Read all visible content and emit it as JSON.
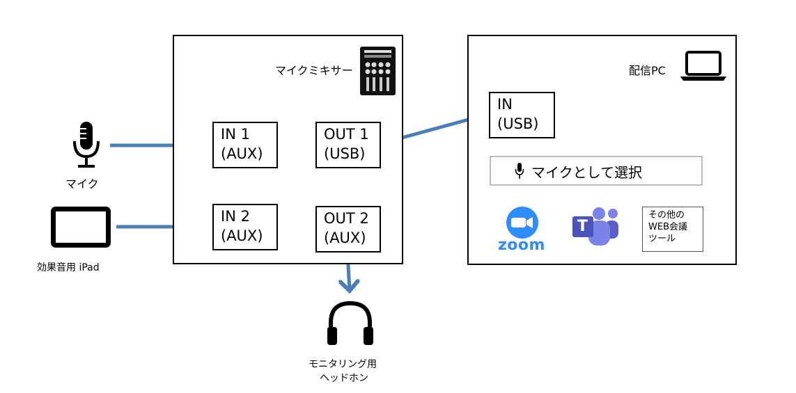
{
  "mixer": {
    "title": "マイクミキサー",
    "in1": {
      "line1": "IN 1",
      "line2": "(AUX)"
    },
    "in2": {
      "line1": "IN 2",
      "line2": "(AUX)"
    },
    "out1": {
      "line1": "OUT 1",
      "line2": "(USB)"
    },
    "out2": {
      "line1": "OUT 2",
      "line2": "(AUX)"
    }
  },
  "pc": {
    "title": "配信PC",
    "in": {
      "line1": "IN",
      "line2": "(USB)"
    },
    "select_label": "マイクとして選択",
    "zoom_label": "zoom",
    "teams_letter": "T",
    "other_tools": [
      "その他の",
      "WEB会議",
      "ツール"
    ]
  },
  "sources": {
    "mic_label": "マイク",
    "ipad_label": "効果音用 iPad"
  },
  "headphones": {
    "line1": "モニタリング用",
    "line2": "ヘッドホン"
  },
  "colors": {
    "arrow": "#4A7EBB",
    "orange": "#F4A460",
    "zoom": "#2D8CFF",
    "teams": "#5B5FC7",
    "select_border": "#BBBBBB"
  }
}
